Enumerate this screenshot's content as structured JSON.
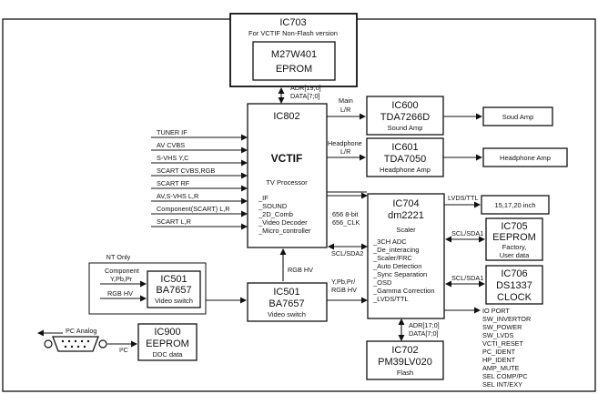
{
  "blocks": {
    "ic703": {
      "id": "IC703",
      "sub": "For VCTIF Non-Flash version",
      "chip1": "M27W401",
      "chip2": "EPROM"
    },
    "ic802": {
      "id": "IC802",
      "name": "VCTIF",
      "sub": "TV Processor",
      "functions": [
        "_IF",
        "_SOUND",
        "_2D_Comb",
        "_Video Decoder",
        "_Micro_controller"
      ]
    },
    "ic600": {
      "id": "IC600",
      "chip": "TDA7266D",
      "sub": "Sound Amp"
    },
    "ic601": {
      "id": "IC601",
      "chip": "TDA7050",
      "sub": "Headphone Amp"
    },
    "ic704": {
      "id": "IC704",
      "chip": "dm2221",
      "sub": "Scaler",
      "functions": [
        "_3CH ADC",
        "_De_interacing",
        "_Scaler/FRC",
        "_Auto Detection",
        "_Sync Separation",
        "_OSD",
        "_Gamma Correction",
        "_LVDS/TTL"
      ]
    },
    "ic705": {
      "id": "IC705",
      "chip": "EEPROM",
      "sub1": "Factory,",
      "sub2": "User data"
    },
    "ic706": {
      "id": "IC706",
      "chip": "DS1337",
      "sub": "CLOCK"
    },
    "ic702": {
      "id": "IC702",
      "chip": "PM39LV020",
      "sub": "Flash"
    },
    "ic501a": {
      "id": "IC501",
      "chip": "BA7657",
      "sub": "Video switch"
    },
    "ic501b": {
      "id": "IC501",
      "chip": "BA7657",
      "sub": "Video switch"
    },
    "ic900": {
      "id": "IC900",
      "chip": "EEPROM",
      "sub": "DDC data"
    },
    "sound_amp_out": "Soud Amp",
    "headphone_amp_out": "Headphone Amp",
    "panel_out": "15,17,20 inch"
  },
  "signals": {
    "adr_19": "ADR[19;0]",
    "data_7a": "DATA[7;0]",
    "main": "Main",
    "main_lr": "L/R",
    "headphone": "Headphone",
    "headphone_lr": "L/R",
    "inputs": [
      "TUNER IF",
      "AV CVBS",
      "S-VHS Y,C",
      "SCART CVBS,RGB",
      "SCART RF",
      "AV,S-VHS L,R",
      "Component(SCART) L,R",
      "SCART L,R"
    ],
    "bus_656": "656 8-bit",
    "clk_656": "656_CLK",
    "scl_sda2": "SCL/SDA2",
    "lvds_ttl": "LVDS/TTL",
    "scl_sda1_a": "SCL/SDA1",
    "scl_sda1_b": "SCL/SDA1",
    "rgb_hv": "RGB HV",
    "ypbpr": "Y,Pb,Pr/",
    "ypbpr_rgbhv": "RGB HV",
    "component": "Component",
    "component_ypbpr": "Y,Pb,Pr",
    "nt_rgb_hv": "RGB HV",
    "adr_17": "ADR[17;0]",
    "data_7b": "DATA[7;0]",
    "i2c": "I²C",
    "nt_only": "NT Only",
    "pc_analog": "PC Analog",
    "io_ports": [
      "IO PORT",
      "SW_INVERTOR",
      "SW_POWER",
      "SW_LVDS",
      "VCTI_RESET",
      "PC_IDENT",
      "HP_IDENT",
      "AMP_MUTE",
      "SEL COMP/PC",
      "SEL INT/EXY"
    ]
  }
}
